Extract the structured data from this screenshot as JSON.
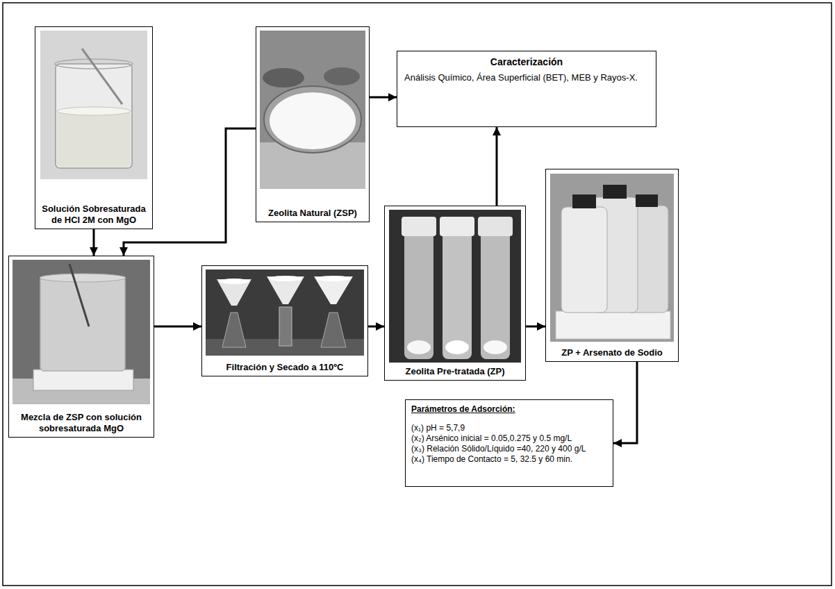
{
  "diagram": {
    "nodes": [
      {
        "text": [
          "Solución Sobresaturada de HCl 2M con MgO"
        ]
      },
      {
        "text": [
          "Zeolita Natural (ZSP)"
        ]
      },
      {
        "text": [
          "Caracterización",
          "Análisis Químico, Área Superficial (BET), MEB y Rayos-X."
        ]
      },
      {
        "text": [
          "Mezcla de ZSP con solución sobresaturada MgO"
        ]
      },
      {
        "text": [
          "Filtración y Secado a 110ºC"
        ]
      },
      {
        "text": [
          "Zeolita Pre-tratada (ZP)"
        ]
      },
      {
        "text": [
          "ZP + Arsenato de Sodio"
        ]
      },
      {
        "text": [
          "Parámetros de Adsorción:",
          "(x₁) pH = 5,7,9",
          "(x₂) Arsénico inicial = 0.05,0.275 y 0.5 mg/L",
          "(x₃) Relación Sólido/Líquido =40, 220 y 400 g/L",
          "(x₄) Tiempo de Contacto = 5, 32.5 y 60 min."
        ]
      }
    ],
    "edges": [
      {
        "from": 0,
        "to": 3,
        "arrow": "to"
      },
      {
        "from": 1,
        "to": 2,
        "arrow": "to"
      },
      {
        "from": 1,
        "to": 3,
        "arrow": "to"
      },
      {
        "from": 3,
        "to": 4,
        "arrow": "to"
      },
      {
        "from": 4,
        "to": 5,
        "arrow": "to"
      },
      {
        "from": 5,
        "to": 2,
        "arrow": "to"
      },
      {
        "from": 5,
        "to": 6,
        "arrow": "to"
      },
      {
        "from": 6,
        "to": 7,
        "arrow": "to"
      }
    ]
  }
}
